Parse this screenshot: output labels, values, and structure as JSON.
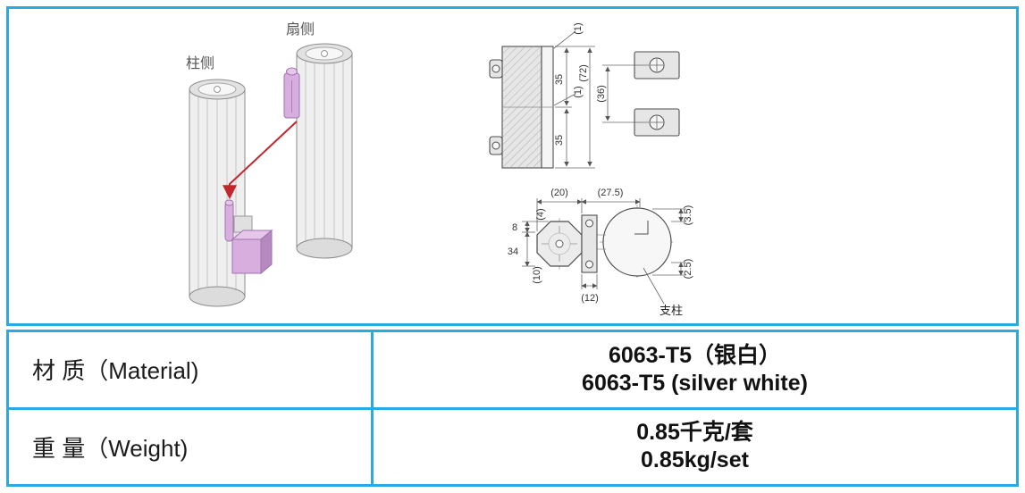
{
  "page": {
    "accent_color": "#29abe2",
    "hinge_color": "#d8aede",
    "arrow_color": "#c1272d"
  },
  "drawing_panel": {
    "iso_view": {
      "column_side_label": "柱侧",
      "door_side_label": "扇侧"
    },
    "front_view": {
      "dim_gap_top": "(1)",
      "dim_seg_top": "35",
      "dim_overall": "(72)",
      "dim_gap_mid": "(1)",
      "dim_seg_bottom": "35",
      "dim_plate_pitch": "(36)"
    },
    "section_view": {
      "dim_20": "(20)",
      "dim_27_5": "(27.5)",
      "dim_4": "(4)",
      "dim_8": "8",
      "dim_34": "34",
      "dim_10": "(10)",
      "dim_12": "(12)",
      "dim_3_5": "(3.5)",
      "dim_2_5": "(2.5)",
      "support_label": "支柱"
    }
  },
  "spec_table": {
    "rows": [
      {
        "label": "材 质（Material)",
        "value_cn": "6063-T5（银白）",
        "value_en": "6063-T5 (silver white)"
      },
      {
        "label": "重 量（Weight)",
        "value_cn": "0.85千克/套",
        "value_en": "0.85kg/set"
      }
    ]
  }
}
